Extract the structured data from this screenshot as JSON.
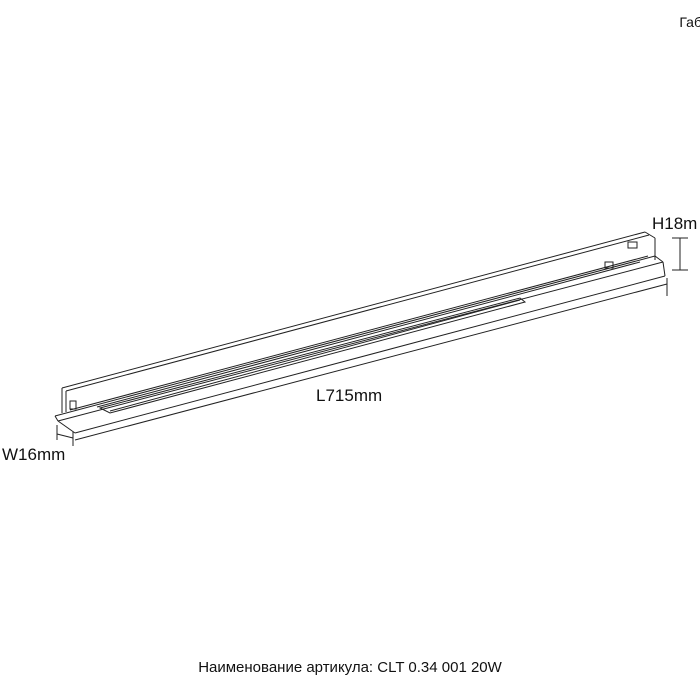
{
  "header": {
    "title_fragment": "Габ"
  },
  "dimensions": {
    "height": "H18m",
    "length": "L715mm",
    "width": "W16mm"
  },
  "caption": "Наименование артикула: CLT 0.34 001 20W"
}
